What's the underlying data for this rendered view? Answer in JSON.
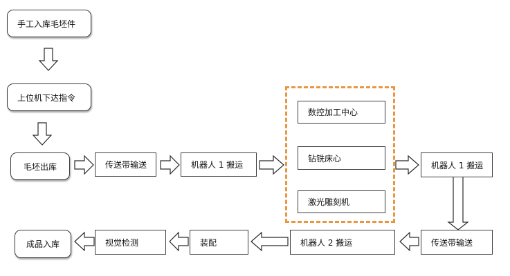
{
  "nodes": {
    "manual_store": "手工入库毛坯件",
    "host_command": "上位机下达指令",
    "blank_out": "毛坯出库",
    "conveyor_1": "传送带输送",
    "robot_1_first": "机器人 1 搬运",
    "cnc_center": "数控加工中心",
    "drill_mill": "钻铣床心",
    "laser_engrave": "激光雕刻机",
    "robot_1_second": "机器人 1 搬运",
    "conveyor_2": "传送带输送",
    "robot_2": "机器人 2 搬运",
    "assembly": "装配",
    "vision_inspect": "视觉检测",
    "product_store": "成品入库"
  },
  "colors": {
    "group_border": "#e8963f",
    "box_border": "#3a3a3a"
  }
}
